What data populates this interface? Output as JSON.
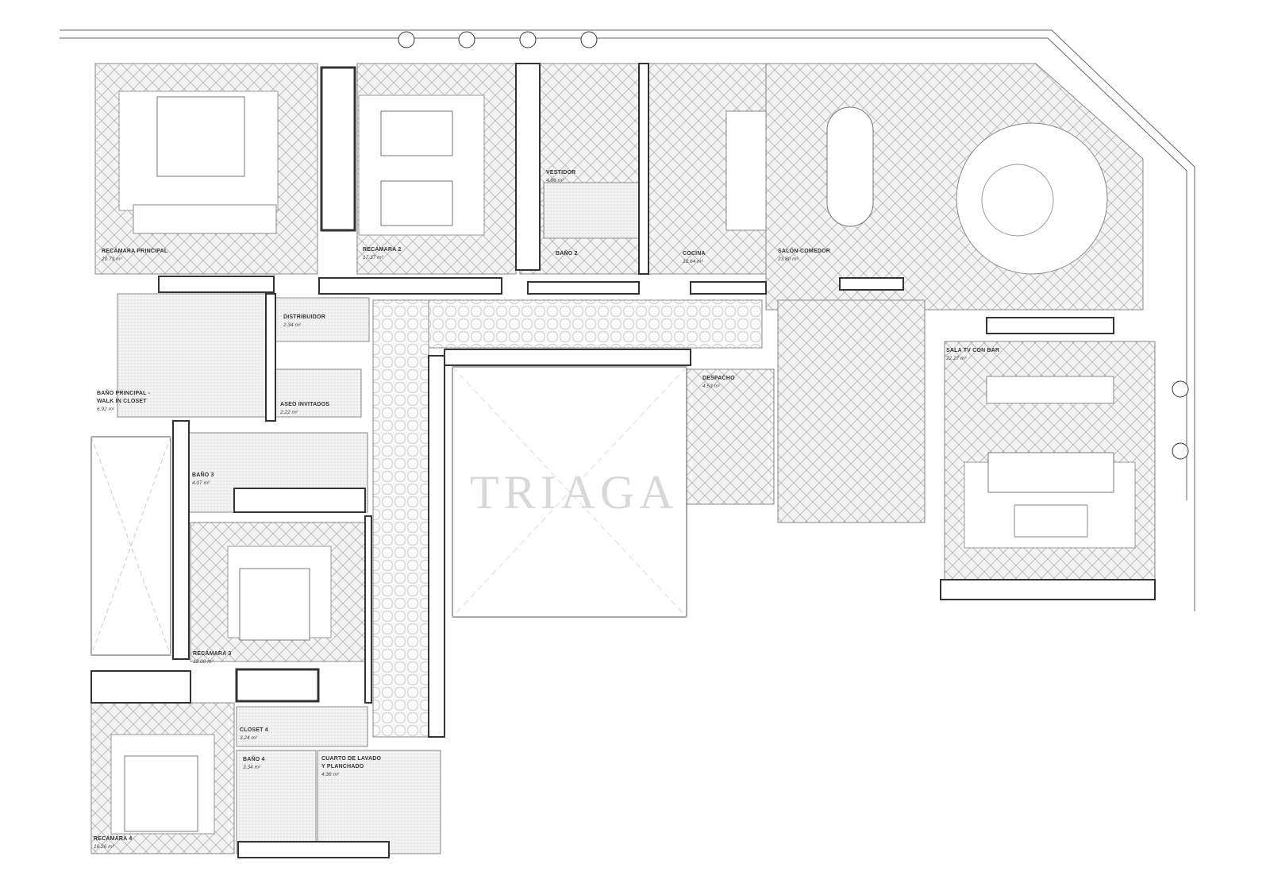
{
  "watermark": "TRIAGA",
  "rooms": {
    "recamara_principal": {
      "label": "RECÁMARA PRINCIPAL",
      "area": "20.73 m²"
    },
    "recamara_2": {
      "label": "RECÁMARA 2",
      "area": "17.37 m²"
    },
    "vestidor": {
      "label": "VESTIDOR",
      "area": "4.86 m²"
    },
    "bano_2": {
      "label": "BAÑO 2"
    },
    "cocina": {
      "label": "COCINA",
      "area": "10.64 m²"
    },
    "salon_comedor": {
      "label": "SALÓN-COMEDOR",
      "area": "23.80 m²"
    },
    "distribuidor": {
      "label": "DISTRIBUIDOR",
      "area": "2.34 m²"
    },
    "bano_principal": {
      "label": "BAÑO PRINCIPAL -",
      "label2": "WALK IN CLOSET",
      "area": "6.92 m²"
    },
    "aseo_invitados": {
      "label": "ASEO INVITADOS",
      "area": "2.22 m²"
    },
    "despacho": {
      "label": "DESPACHO",
      "area": "4.53 m²"
    },
    "sala_tv": {
      "label": "SALA TV CON BAR",
      "area": "22.27 m²"
    },
    "bano_3": {
      "label": "BAÑO 3",
      "area": "4.07 m²"
    },
    "recamara_3": {
      "label": "RECÁMARA 3",
      "area": "12.00 m²"
    },
    "closet_4": {
      "label": "CLOSET 4",
      "area": "3.24 m²"
    },
    "bano_4": {
      "label": "BAÑO 4",
      "area": "3.34 m²"
    },
    "cuarto_lavado": {
      "label": "CUARTO DE LAVADO",
      "label2": "Y PLANCHADO",
      "area": "4.36 m²"
    },
    "recamara_4": {
      "label": "RECÁMARA 4",
      "area": "16.26 m²"
    }
  }
}
